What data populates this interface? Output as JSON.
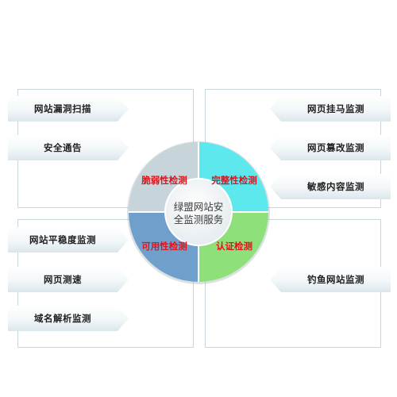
{
  "center": {
    "line1": "绿盟网站安",
    "line2": "全监测服务"
  },
  "quadrants": {
    "top_left": "脆弱性检测",
    "top_right": "完整性检测",
    "bottom_left": "可用性检测",
    "bottom_right": "认证检测"
  },
  "left_top_items": [
    "网站漏洞扫描",
    "安全通告"
  ],
  "left_bottom_items": [
    "网站平稳度监测",
    "网页测速",
    "域名解析监测"
  ],
  "right_top_items": [
    "网页挂马监测",
    "网页篡改监测",
    "敏感内容监测"
  ],
  "right_bottom_items": [
    "钓鱼网站监测"
  ],
  "colors": {
    "top_left": "#c7d4da",
    "top_right": "#5de8ee",
    "bottom_left": "#6fa0cc",
    "bottom_right": "#8ee07a",
    "label_red": "#e0131a"
  }
}
